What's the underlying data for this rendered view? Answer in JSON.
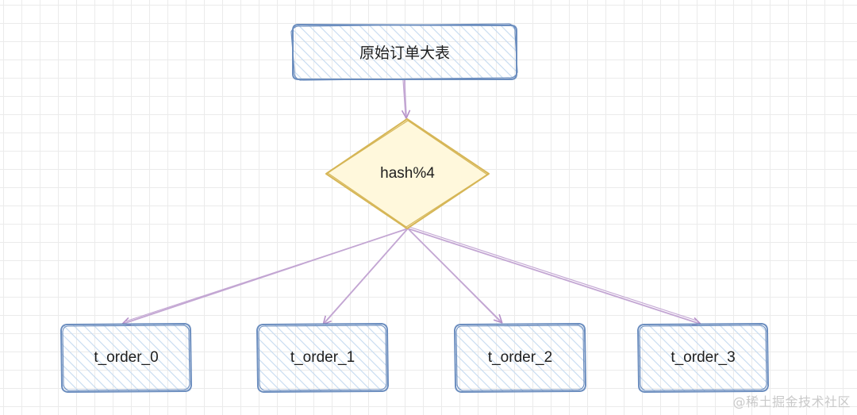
{
  "diagram": {
    "root": {
      "label": "原始订单大表"
    },
    "router": {
      "label": "hash%4"
    },
    "shards": [
      {
        "label": "t_order_0"
      },
      {
        "label": "t_order_1"
      },
      {
        "label": "t_order_2"
      },
      {
        "label": "t_order_3"
      }
    ]
  },
  "watermark": "@稀土掘金技术社区",
  "colors": {
    "box_stroke": "#6c8ebf",
    "box_hatch": "#c5daf0",
    "diamond_stroke": "#d6b656",
    "diamond_fill": "#fff8dc",
    "arrow": "#c3a6d3"
  }
}
